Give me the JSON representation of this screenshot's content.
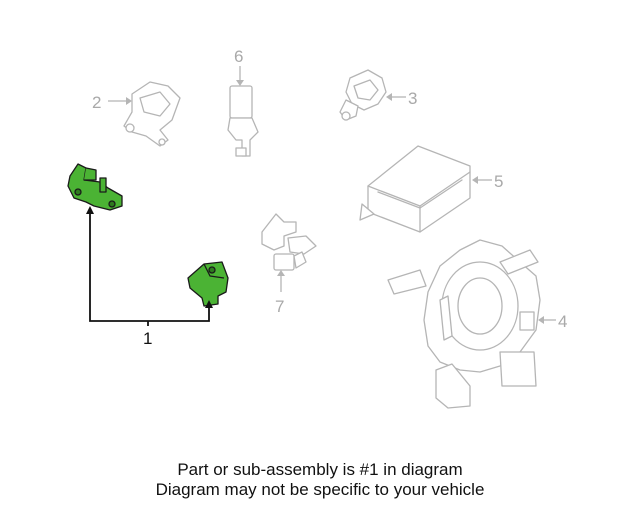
{
  "colors": {
    "highlight": "#4bb334",
    "banner": "#4bb334",
    "dim_part": "#b5b5b5",
    "text": "#111111"
  },
  "callouts": {
    "c1": "1",
    "c2": "2",
    "c3": "3",
    "c4": "4",
    "c5": "5",
    "c6": "6",
    "c7": "7"
  },
  "banner": {
    "line1": "Part or sub-assembly is #1 in diagram",
    "line2": "Diagram may not be specific to your vehicle"
  }
}
